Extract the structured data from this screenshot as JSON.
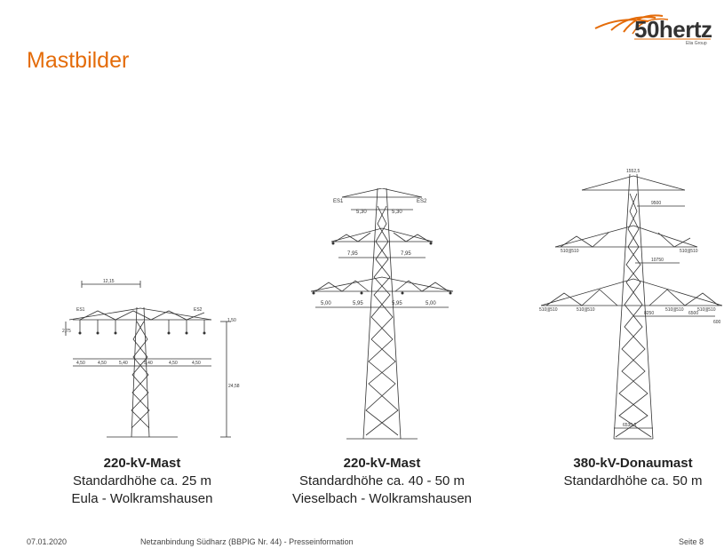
{
  "title": "Mastbilder",
  "logo": {
    "text": "50hertz",
    "sub": "Elia Group",
    "brand_color": "#e46c0a"
  },
  "masts": [
    {
      "name": "220-kV-Mast",
      "height": "Standardhöhe ca. 25 m",
      "route": "Eula - Wolkramshausen",
      "labels": {
        "es1": "ES1",
        "es2": "ES2",
        "top": "12,15",
        "spans": [
          "4,50",
          "4,50",
          "5,40",
          "5,40",
          "4,50",
          "4,50"
        ],
        "side": "24,58",
        "dim_a": "2,75",
        "dim_b": "1,50"
      }
    },
    {
      "name": "220-kV-Mast",
      "height": "Standardhöhe ca. 40 - 50 m",
      "route": "Vieselbach - Wolkramshausen",
      "labels": {
        "es1": "ES1",
        "es2": "ES2",
        "top": [
          "5,30",
          "5,30"
        ],
        "mid": [
          "7,95",
          "7,95"
        ],
        "low": [
          "5,00",
          "5,95",
          "5,95",
          "5,00"
        ]
      }
    },
    {
      "name": "380-kV-Donaumast",
      "height": "Standardhöhe ca. 50 m",
      "route": "",
      "labels": {
        "top": "1552,5",
        "d1": "9500",
        "d2": "10750",
        "d3": "8250",
        "d4": "6500",
        "d5": "600",
        "base": "6530,5",
        "ins": "510|||510"
      }
    }
  ],
  "footer": {
    "date": "07.01.2020",
    "center": "Netzanbindung Südharz (BBPIG Nr. 44) - Presseinformation",
    "page": "Seite 8"
  }
}
